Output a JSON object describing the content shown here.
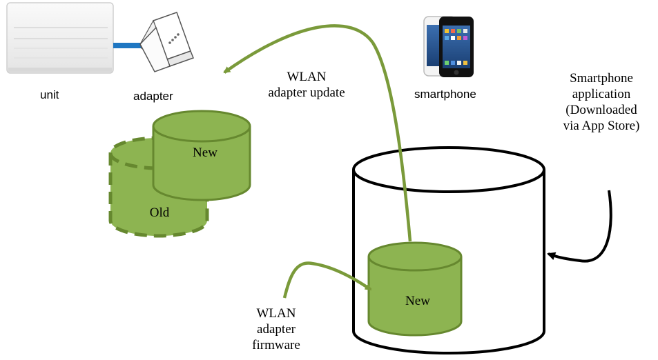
{
  "labels": {
    "unit": "unit",
    "adapter": "adapter",
    "smartphone": "smartphone",
    "wlan_update": [
      "WLAN",
      "adapter update"
    ],
    "smartphone_app": [
      "Smartphone",
      "application",
      "(Downloaded",
      "via App Store)"
    ],
    "new_adapter": "New",
    "old_adapter": "Old",
    "new_store": "New",
    "wlan_firmware": [
      "WLAN",
      "adapter",
      "firmware"
    ]
  },
  "colors": {
    "cylinder_fill": "#8db451",
    "cylinder_stroke": "#66882f",
    "arrow_green": "#7a9a3a",
    "connector": "#1f77c2",
    "outline": "#000000"
  },
  "icons": [
    "air-conditioner-unit-icon",
    "wlan-adapter-icon",
    "smartphone-icon"
  ]
}
